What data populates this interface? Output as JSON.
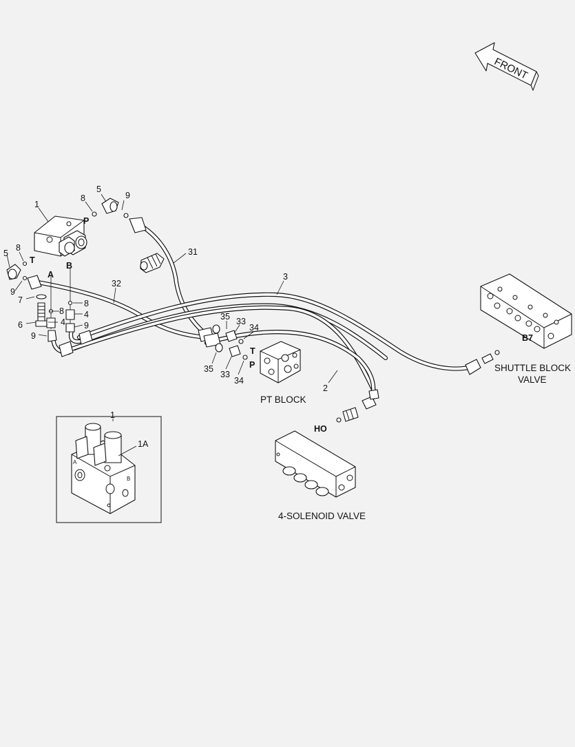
{
  "labels": {
    "front": "FRONT",
    "pt_block": "PT BLOCK",
    "shuttle_block_line1": "SHUTTLE BLOCK",
    "shuttle_block_line2": "VALVE",
    "solenoid_valve": "4-SOLENOID VALVE"
  },
  "ports": {
    "p_top": "P",
    "t_left": "T",
    "a": "A",
    "b": "B",
    "t_pt": "T",
    "p_pt": "P",
    "b7": "B7",
    "ho": "HO",
    "a_small": "A",
    "b_small": "B"
  },
  "callouts": {
    "c1": "1",
    "c5_top": "5",
    "c8_top": "8",
    "c9_top": "9",
    "c31": "31",
    "c5_left": "5",
    "c8_left": "8",
    "c9_left": "9",
    "c7": "7",
    "c6": "6",
    "c9_low": "9",
    "c8_r1": "8",
    "c8_r2": "8",
    "c4_r1": "4",
    "c4_r2": "4",
    "c9_r": "9",
    "c32": "32",
    "c3": "3",
    "c35_top": "35",
    "c33_top": "33",
    "c34_top": "34",
    "c35_bot": "35",
    "c33_bot": "33",
    "c34_bot": "34",
    "c2": "2",
    "c1_inset": "1",
    "c1a": "1A"
  }
}
